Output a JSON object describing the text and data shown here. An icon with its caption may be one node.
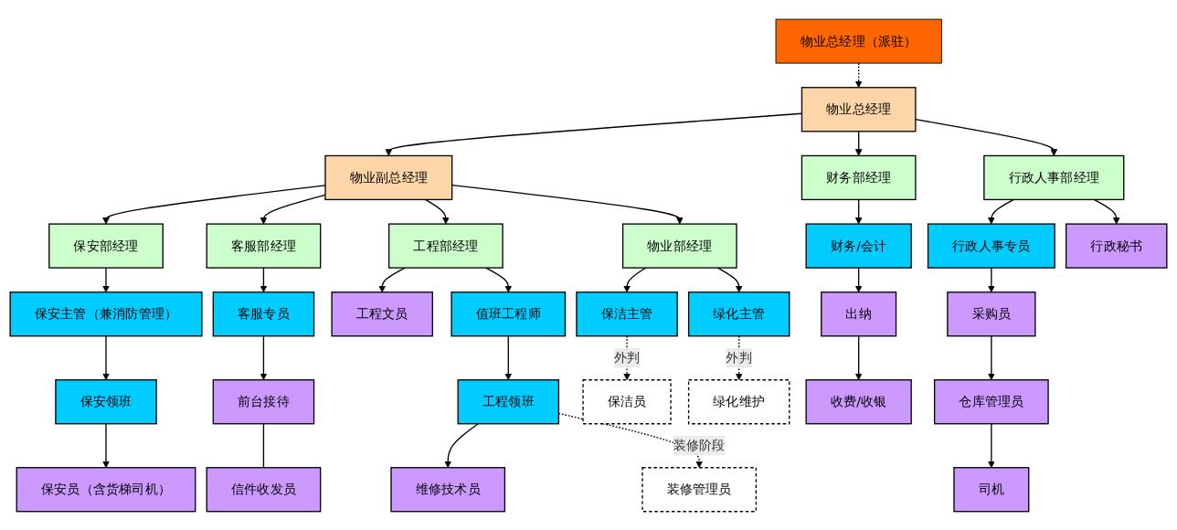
{
  "diagram": {
    "nodes": [
      {
        "text": [
          "物业总经理"
        ]
      },
      {
        "text": [
          "物业总经理（派驻）"
        ]
      },
      {
        "text": [
          "物业副总经理"
        ]
      },
      {
        "text": [
          "保安部经理"
        ]
      },
      {
        "text": [
          "客服部经理"
        ]
      },
      {
        "text": [
          "工程部经理"
        ]
      },
      {
        "text": [
          "物业部经理"
        ]
      },
      {
        "text": [
          "财务部经理"
        ]
      },
      {
        "text": [
          "行政人事部经理"
        ]
      },
      {
        "text": [
          "保安主管（兼消防管理）"
        ]
      },
      {
        "text": [
          "客服专员"
        ]
      },
      {
        "text": [
          "工程文员"
        ]
      },
      {
        "text": [
          "值班工程师"
        ]
      },
      {
        "text": [
          "保洁主管"
        ]
      },
      {
        "text": [
          "绿化主管"
        ]
      },
      {
        "text": [
          "财务/会计"
        ]
      },
      {
        "text": [
          "行政人事专员"
        ]
      },
      {
        "text": [
          "行政秘书"
        ]
      },
      {
        "text": [
          "保安领班"
        ]
      },
      {
        "text": [
          "前台接待"
        ]
      },
      {
        "text": [
          "工程领班"
        ]
      },
      {
        "text": [
          "保洁员"
        ]
      },
      {
        "text": [
          "绿化维护"
        ]
      },
      {
        "text": [
          "出纳"
        ]
      },
      {
        "text": [
          "采购员"
        ]
      },
      {
        "text": [
          "保安员（含货梯司机）"
        ]
      },
      {
        "text": [
          "信件收发员"
        ]
      },
      {
        "text": [
          "收费/收银"
        ]
      },
      {
        "text": [
          "仓库管理员"
        ]
      },
      {
        "text": [
          "维修技术员"
        ]
      },
      {
        "text": [
          "装修管理员"
        ]
      },
      {
        "text": [
          "司机"
        ]
      }
    ],
    "edges": [
      {
        "from": 1,
        "to": 0,
        "arrow": "to",
        "style": "dashed"
      },
      {
        "from": 0,
        "to": 2,
        "arrow": "to"
      },
      {
        "from": 0,
        "to": 7,
        "arrow": "to"
      },
      {
        "from": 0,
        "to": 8,
        "arrow": "to"
      },
      {
        "from": 2,
        "to": 3,
        "arrow": "to"
      },
      {
        "from": 2,
        "to": 4,
        "arrow": "to"
      },
      {
        "from": 2,
        "to": 5,
        "arrow": "to"
      },
      {
        "from": 2,
        "to": 6,
        "arrow": "to"
      },
      {
        "from": 3,
        "to": 9,
        "arrow": "to"
      },
      {
        "from": 4,
        "to": 10,
        "arrow": "to"
      },
      {
        "from": 5,
        "to": 11,
        "arrow": "to"
      },
      {
        "from": 5,
        "to": 12,
        "arrow": "to"
      },
      {
        "from": 6,
        "to": 13,
        "arrow": "to"
      },
      {
        "from": 6,
        "to": 14,
        "arrow": "to"
      },
      {
        "from": 7,
        "to": 15,
        "arrow": "to"
      },
      {
        "from": 8,
        "to": 16,
        "arrow": "to"
      },
      {
        "from": 8,
        "to": 17,
        "arrow": "to"
      },
      {
        "from": 9,
        "to": 18,
        "arrow": "to"
      },
      {
        "from": 10,
        "to": 19,
        "arrow": "to"
      },
      {
        "from": 12,
        "to": 20,
        "arrow": "to"
      },
      {
        "from": 13,
        "to": 21,
        "arrow": "to",
        "style": "dashed",
        "label": "外判"
      },
      {
        "from": 14,
        "to": 22,
        "arrow": "to",
        "style": "dashed",
        "label": "外判"
      },
      {
        "from": 15,
        "to": 23,
        "arrow": "to"
      },
      {
        "from": 16,
        "to": 24,
        "arrow": "to"
      },
      {
        "from": 18,
        "to": 25,
        "arrow": "to"
      },
      {
        "from": 19,
        "to": 26,
        "arrow": "none"
      },
      {
        "from": 23,
        "to": 27,
        "arrow": "to"
      },
      {
        "from": 24,
        "to": 28,
        "arrow": "to"
      },
      {
        "from": 20,
        "to": 29,
        "arrow": "to"
      },
      {
        "from": 20,
        "to": 30,
        "arrow": "to",
        "style": "dashed",
        "label": "装修阶段"
      },
      {
        "from": 28,
        "to": 31,
        "arrow": "to"
      }
    ]
  }
}
